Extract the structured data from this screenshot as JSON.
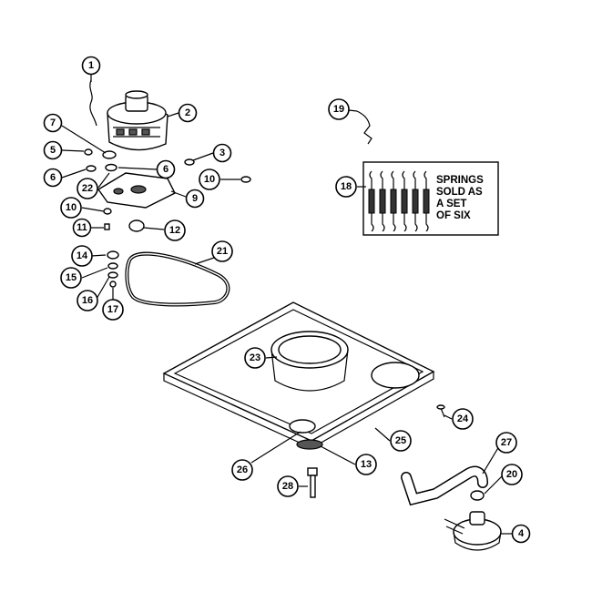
{
  "springs_note": {
    "lines": [
      "SPRINGS",
      "SOLD AS",
      "A SET",
      "OF SIX"
    ]
  },
  "callouts": [
    {
      "id": "c1",
      "label": "1"
    },
    {
      "id": "c2",
      "label": "2"
    },
    {
      "id": "c3",
      "label": "3"
    },
    {
      "id": "c4",
      "label": "4"
    },
    {
      "id": "c5",
      "label": "5"
    },
    {
      "id": "c6a",
      "label": "6"
    },
    {
      "id": "c6b",
      "label": "6"
    },
    {
      "id": "c7",
      "label": "7"
    },
    {
      "id": "c9",
      "label": "9"
    },
    {
      "id": "c10a",
      "label": "10"
    },
    {
      "id": "c10b",
      "label": "10"
    },
    {
      "id": "c11",
      "label": "11"
    },
    {
      "id": "c12",
      "label": "12"
    },
    {
      "id": "c13",
      "label": "13"
    },
    {
      "id": "c14",
      "label": "14"
    },
    {
      "id": "c15",
      "label": "15"
    },
    {
      "id": "c16",
      "label": "16"
    },
    {
      "id": "c17",
      "label": "17"
    },
    {
      "id": "c18",
      "label": "18"
    },
    {
      "id": "c19",
      "label": "19"
    },
    {
      "id": "c20",
      "label": "20"
    },
    {
      "id": "c21",
      "label": "21"
    },
    {
      "id": "c22",
      "label": "22"
    },
    {
      "id": "c23",
      "label": "23"
    },
    {
      "id": "c24",
      "label": "24"
    },
    {
      "id": "c25",
      "label": "25"
    },
    {
      "id": "c26",
      "label": "26"
    },
    {
      "id": "c27",
      "label": "27"
    },
    {
      "id": "c28",
      "label": "28"
    }
  ]
}
